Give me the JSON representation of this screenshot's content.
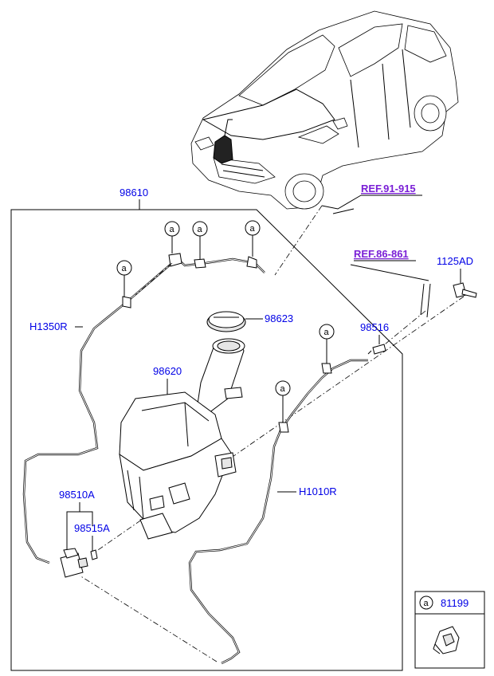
{
  "diagram": {
    "assembly_label": "98610",
    "references": [
      {
        "id": "ref-91",
        "text": "REF.91-915"
      },
      {
        "id": "ref-86",
        "text": "REF.86-861"
      }
    ],
    "part_labels": {
      "p1125AD": "1125AD",
      "p98623": "98623",
      "p98516": "98516",
      "pH1350R": "H1350R",
      "p98620": "98620",
      "p98510A": "98510A",
      "p98515A": "98515A",
      "pH1010R": "H1010R"
    },
    "clip_marker": "a",
    "legend": {
      "marker": "a",
      "part_number": "81199"
    }
  }
}
